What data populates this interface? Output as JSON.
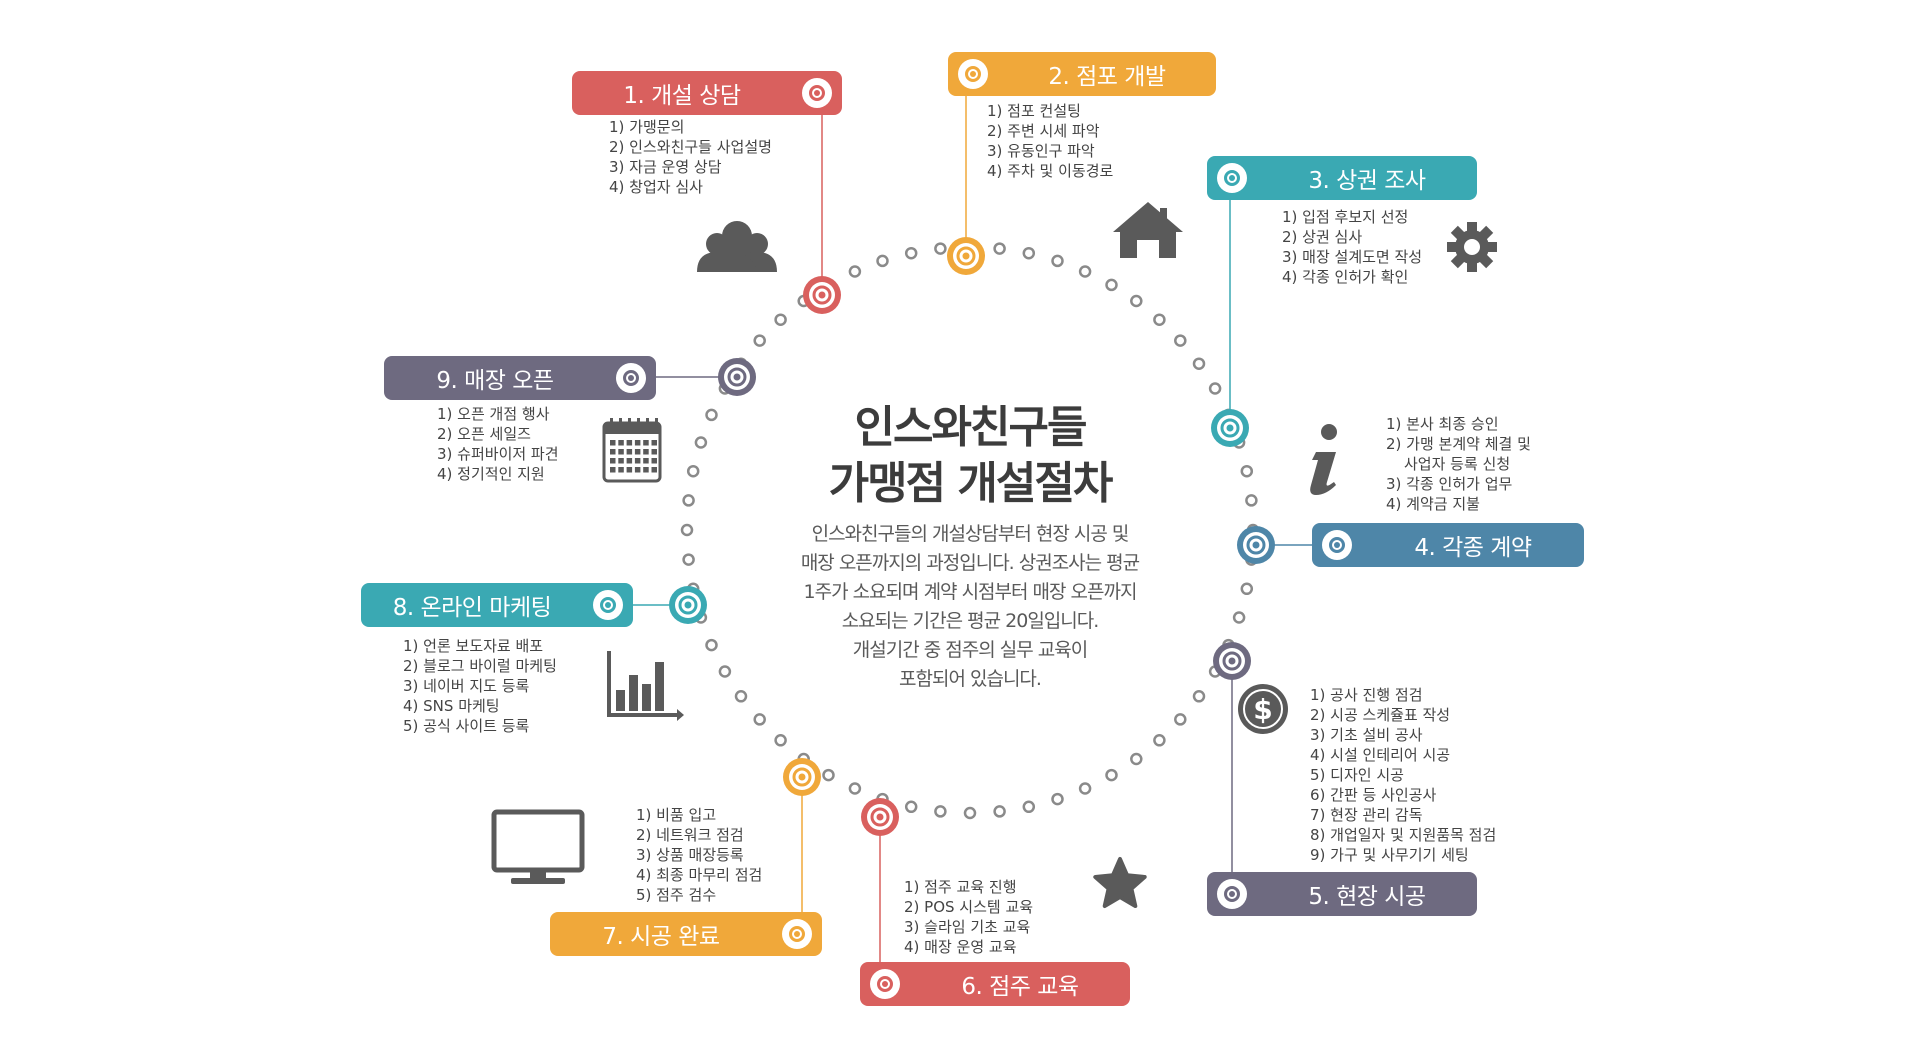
{
  "title": {
    "line1": "인스와친구들",
    "line2": "가맹점 개설절차"
  },
  "description": [
    "인스와친구들의 개설상담부터 현장 시공 및",
    "매장 오픈까지의 과정입니다. 상권조사는 평균",
    "1주가 소요되며 계약 시점부터 매장 오픈까지",
    "소요되는 기간은 평균 20일입니다.",
    "개설기간 중 점주의 실무 교육이",
    "포함되어 있습니다."
  ],
  "colors": {
    "red": "#d9605e",
    "orange": "#f0a83a",
    "teal": "#3aa9b3",
    "steel": "#4e86a8",
    "slate": "#6e6a80",
    "dot": "#8a8a8a"
  },
  "steps": [
    {
      "label": "1. 개설 상담",
      "color": "#d9605e",
      "items": [
        "1) 가맹문의",
        "2) 인스와친구들 사업설명",
        "3) 자금 운영 상담",
        "4) 창업자 심사"
      ],
      "icon": "people-icon"
    },
    {
      "label": "2. 점포 개발",
      "color": "#f0a83a",
      "items": [
        "1) 점포 컨설팅",
        "2) 주변 시세 파악",
        "3) 유동인구 파악",
        "4) 주차 및 이동경로"
      ],
      "icon": "house-icon"
    },
    {
      "label": "3. 상권 조사",
      "color": "#3aa9b3",
      "items": [
        "1) 입점 후보지 선정",
        "2) 상권 심사",
        "3) 매장 설계도면 작성",
        "4) 각종 인허가 확인"
      ],
      "icon": "gear-icon"
    },
    {
      "label": "4. 각종 계약",
      "color": "#4e86a8",
      "items": [
        "1) 본사 최종 승인",
        "2) 가맹 본계약 체결 및",
        "사업자 등록 신청",
        "3) 각종 인허가 업무",
        "4) 계약금 지불"
      ],
      "icon": "info-icon"
    },
    {
      "label": "5. 현장 시공",
      "color": "#6e6a80",
      "items": [
        "1) 공사 진행 점검",
        "2) 시공 스케쥴표 작성",
        "3) 기초 설비 공사",
        "4) 시설 인테리어 시공",
        "5) 디자인 시공",
        "6) 간판 등 사인공사",
        "7) 현장 관리 감독",
        "8) 개업일자 및 지원품목 점검",
        "9) 가구 및 사무기기 세팅"
      ],
      "icon": "dollar-icon"
    },
    {
      "label": "6. 점주 교육",
      "color": "#d9605e",
      "items": [
        "1) 점주 교육 진행",
        "2) POS 시스템 교육",
        "3) 슬라임 기초 교육",
        "4) 매장 운영 교육"
      ],
      "icon": "star-icon"
    },
    {
      "label": "7. 시공 완료",
      "color": "#f0a83a",
      "items": [
        "1) 비품 입고",
        "2) 네트워크 점검",
        "3) 상품 매장등록",
        "4) 최종 마무리 점검",
        "5) 점주 검수"
      ],
      "icon": "monitor-icon"
    },
    {
      "label": "8. 온라인 마케팅",
      "color": "#3aa9b3",
      "items": [
        "1) 언론 보도자료 배포",
        "2) 블로그 바이럴 마케팅",
        "3) 네이버 지도 등록",
        "4) SNS 마케팅",
        "5) 공식 사이트 등록"
      ],
      "icon": "bar-chart-icon"
    },
    {
      "label": "9. 매장 오픈",
      "color": "#6e6a80",
      "items": [
        "1) 오픈 개점 행사",
        "2) 오픈 세일즈",
        "3) 슈퍼바이저 파견",
        "4) 정기적인 지원"
      ],
      "icon": "calendar-icon"
    }
  ]
}
